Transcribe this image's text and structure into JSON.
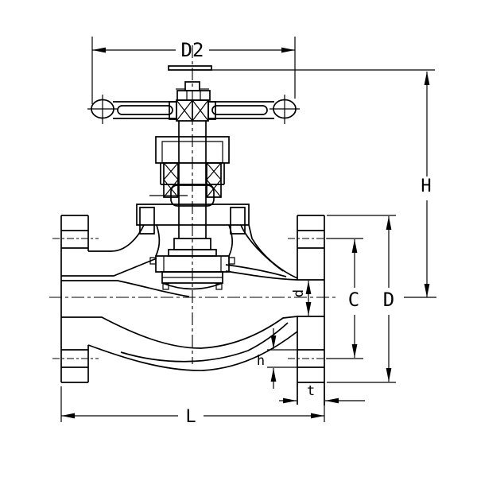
{
  "drawing": {
    "background_color": "#ffffff",
    "line_color": "#000000",
    "dimension_labels": {
      "handwheel_diameter": "D2",
      "height": "H",
      "flange_outer_diameter": "D",
      "bolt_circle_diameter": "C",
      "bore_diameter": "d",
      "bolt_hole_diameter": "h",
      "flange_thickness": "t",
      "face_to_face_length": "L"
    }
  }
}
